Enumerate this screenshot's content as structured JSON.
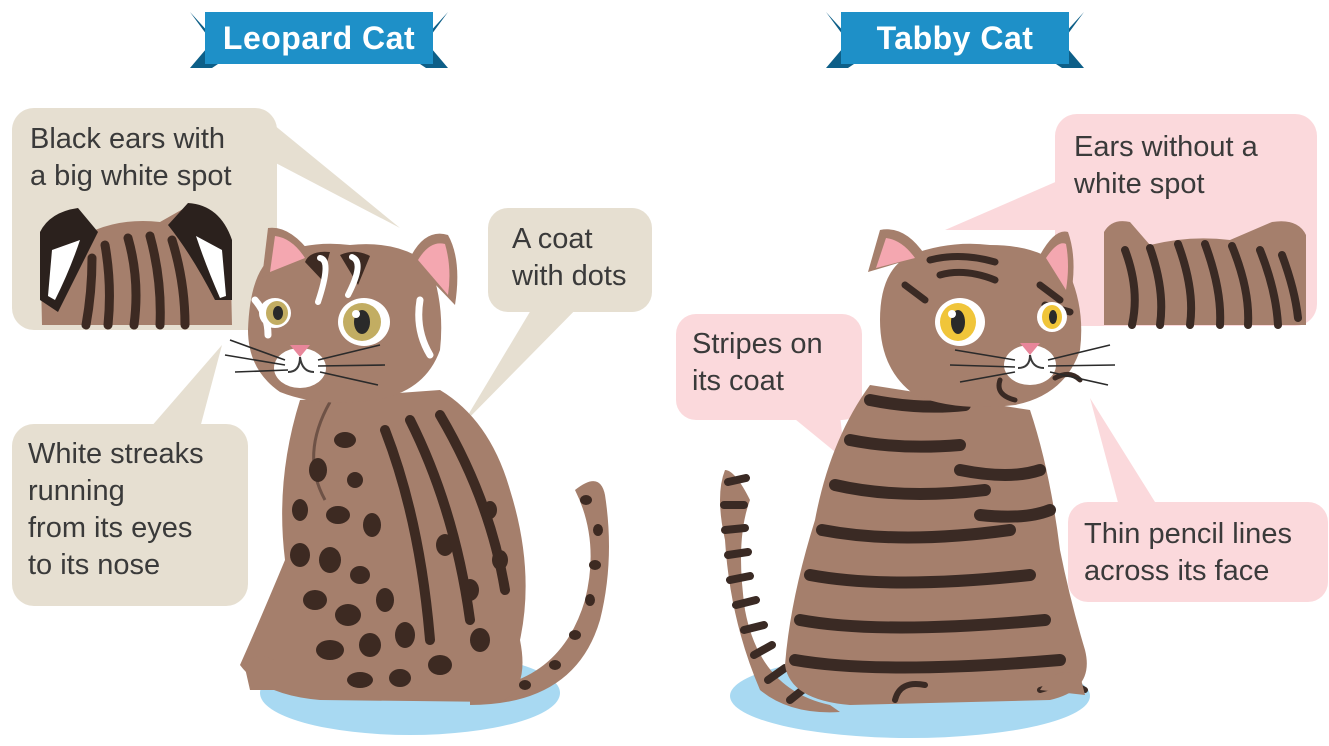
{
  "colors": {
    "ribbon": "#1e90c8",
    "ribbon_dark": "#0d5f88",
    "leopard_callout": "#e6dfd1",
    "tabby_callout": "#fbd9dc",
    "cat_body": "#a57f6c",
    "leopard_spots": "#3d2a22",
    "tabby_stripes": "#3a2a24",
    "ear_pink": "#f4a7b0",
    "eye_leopard": "#c2ad62",
    "eye_tabby": "#f0c53a",
    "mat": "#a8d9f2"
  },
  "leopard": {
    "title": "Leopard Cat",
    "ears_lines": [
      "Black ears with",
      "a big white spot"
    ],
    "coat_lines": [
      "A coat",
      "with dots"
    ],
    "streaks_lines": [
      "White streaks",
      "running",
      "from its eyes",
      "to its nose"
    ]
  },
  "tabby": {
    "title": "Tabby Cat",
    "ears_lines": [
      "Ears without a",
      "white spot"
    ],
    "coat_lines": [
      "Stripes on",
      "its coat"
    ],
    "face_lines": [
      "Thin pencil lines",
      "across its face"
    ]
  }
}
